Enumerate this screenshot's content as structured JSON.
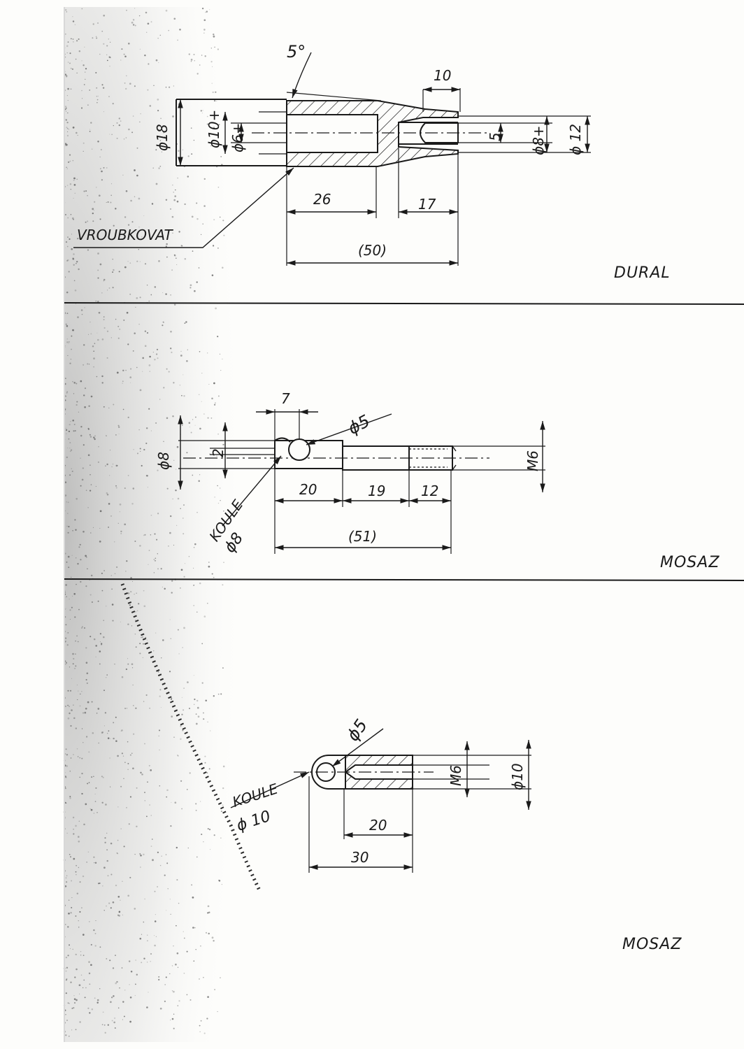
{
  "parts": [
    {
      "id": "part-1",
      "material": "DURAL",
      "note": "VROUBKOVAT",
      "angle": "5°",
      "dims": {
        "d18": "ϕ18",
        "d10": "ϕ10+",
        "d6": "ϕ6+",
        "len_10": "10",
        "slot_5": "5",
        "d8": "ϕ8+",
        "d12": "ϕ 12",
        "len_26": "26",
        "len_17": "17",
        "len_50": "(50)"
      }
    },
    {
      "id": "part-2",
      "material": "MOSAZ",
      "note": "KOULE",
      "note_dia": "ϕ8",
      "dims": {
        "len_7": "7",
        "d5": "ϕ5",
        "d8": "ϕ8",
        "d2": "2",
        "m6": "M6",
        "len_20": "20",
        "len_19": "19",
        "len_12": "12",
        "len_51": "(51)"
      }
    },
    {
      "id": "part-3",
      "material": "MOSAZ",
      "note": "KOULE",
      "note_dia": "ϕ 10",
      "dims": {
        "d5": "ϕ5",
        "m6": "M6",
        "d10": "ϕ10",
        "len_20": "20",
        "len_30": "30"
      }
    }
  ],
  "colors": {
    "ink": "#1a1a1a",
    "paper": "#fdfdfb",
    "toner": "#6a6a6a"
  }
}
